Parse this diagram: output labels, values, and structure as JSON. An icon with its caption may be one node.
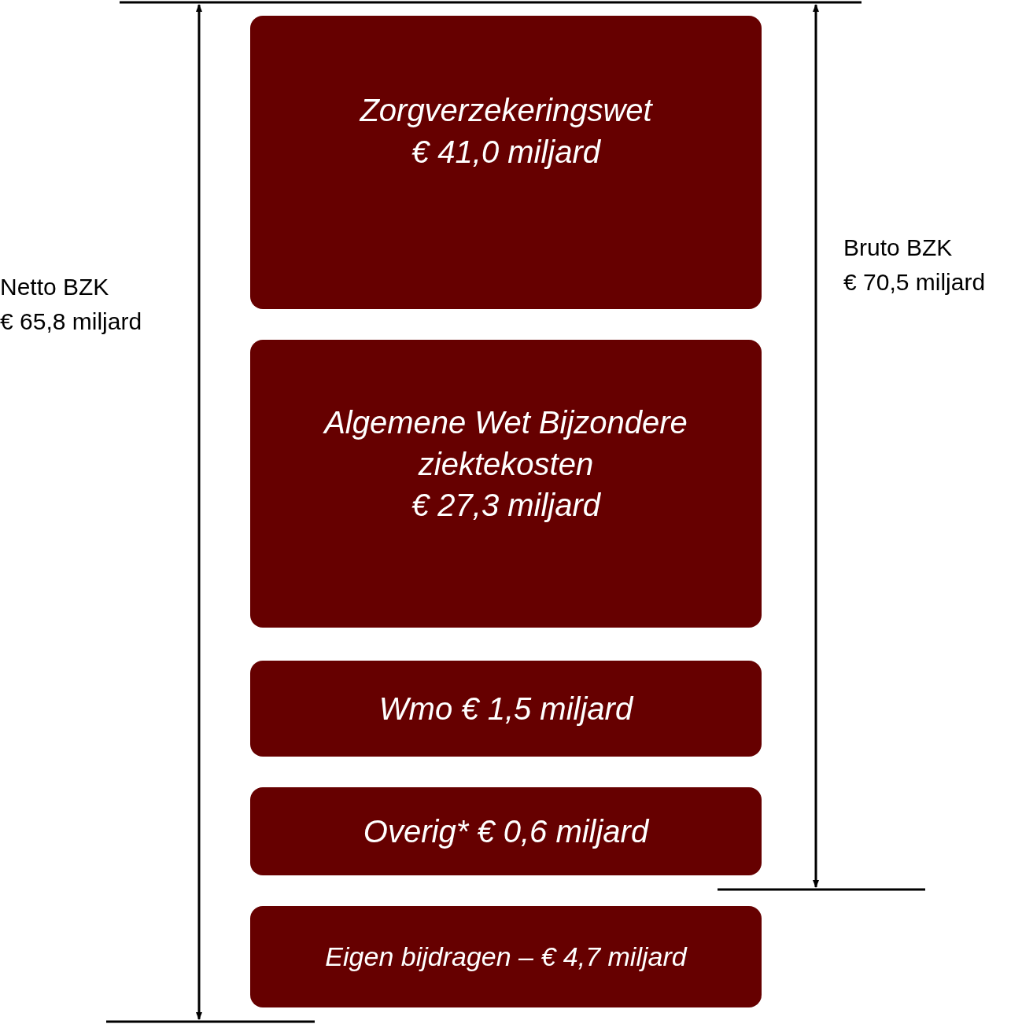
{
  "diagram": {
    "nodes": [
      {
        "text": [
          "Zorgverzekeringswet",
          "€ 41,0 miljard"
        ]
      },
      {
        "text": [
          "Algemene Wet Bijzondere ziektekosten",
          "€ 27,3 miljard"
        ]
      },
      {
        "text": [
          "Wmo € 1,5 miljard"
        ]
      },
      {
        "text": [
          "Overig* € 0,6 miljard"
        ]
      },
      {
        "text": [
          "Eigen bijdragen – € 4,7 miljard"
        ]
      }
    ],
    "labels": [
      "Netto BZK",
      "€ 65,8 miljard",
      "Bruto BZK",
      "€ 70,5 miljard"
    ]
  }
}
